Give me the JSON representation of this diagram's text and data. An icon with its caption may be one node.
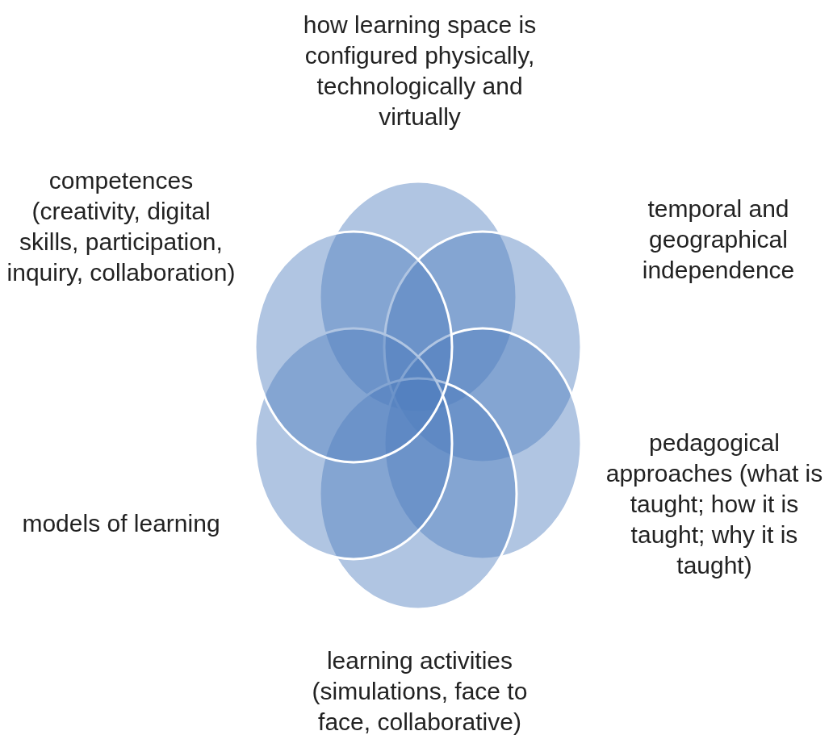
{
  "diagram": {
    "labels": [
      "how learning space is configured physically, technologically and virtually",
      "competences (creativity, digital skills, participation, inquiry, collaboration)",
      "temporal and geographical independence",
      "models of learning",
      "pedagogical approaches (what is taught; how it is taught; why it is taught)",
      "learning activities (simulations, face to face, collaborative)"
    ]
  }
}
